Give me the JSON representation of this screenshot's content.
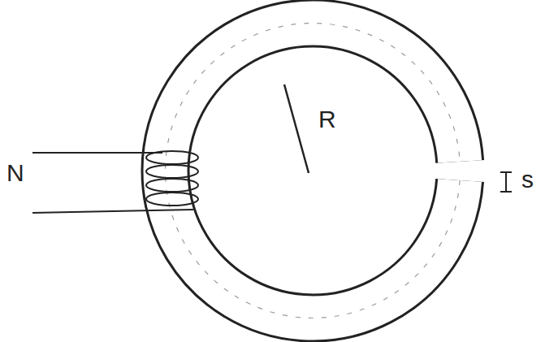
{
  "diagram": {
    "labels": [
      "N",
      "R",
      "s"
    ]
  }
}
